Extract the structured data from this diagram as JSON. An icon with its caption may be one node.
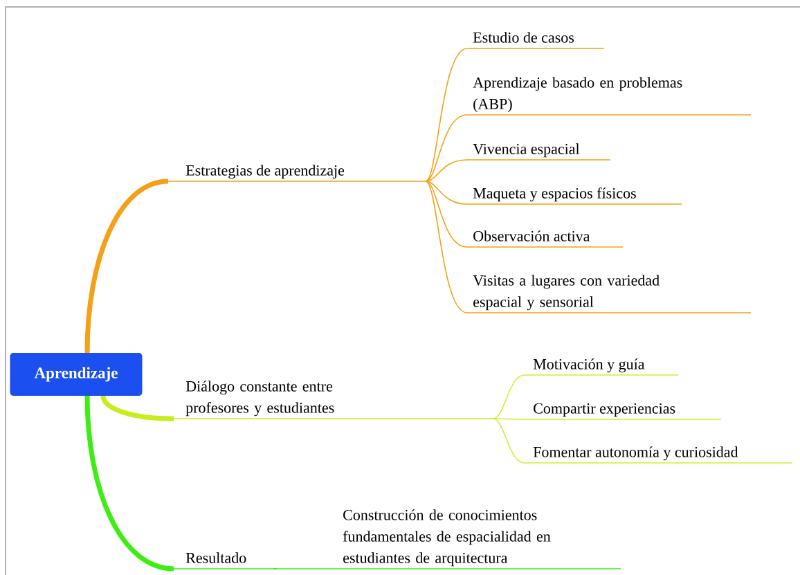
{
  "diagram": {
    "nodes": [
      {
        "text": [
          "Aprendizaje"
        ]
      },
      {
        "text": [
          "Estrategias de aprendizaje"
        ]
      },
      {
        "text": [
          "Estudio de casos"
        ]
      },
      {
        "text": [
          "Aprendizaje basado en problemas (ABP)"
        ]
      },
      {
        "text": [
          "Vivencia espacial"
        ]
      },
      {
        "text": [
          "Maqueta y espacios físicos"
        ]
      },
      {
        "text": [
          "Observación activa"
        ]
      },
      {
        "text": [
          "Visitas a lugares con variedad espacial y sensorial"
        ]
      },
      {
        "text": [
          "Diálogo constante entre profesores y estudiantes"
        ]
      },
      {
        "text": [
          "Motivación y guía"
        ]
      },
      {
        "text": [
          "Compartir  experiencias"
        ]
      },
      {
        "text": [
          "Fomentar autonomía y curiosidad"
        ]
      },
      {
        "text": [
          "Resultado"
        ]
      },
      {
        "text": [
          "Construcción de conocimientos fundamentales de espacialidad en estudiantes de arquitectura"
        ]
      }
    ],
    "edges": [
      {
        "from": 0,
        "to": 1,
        "arrow": "none",
        "style": "thick"
      },
      {
        "from": 1,
        "to": 2,
        "arrow": "none"
      },
      {
        "from": 1,
        "to": 3,
        "arrow": "none"
      },
      {
        "from": 1,
        "to": 4,
        "arrow": "none"
      },
      {
        "from": 1,
        "to": 5,
        "arrow": "none"
      },
      {
        "from": 1,
        "to": 6,
        "arrow": "none"
      },
      {
        "from": 1,
        "to": 7,
        "arrow": "none"
      },
      {
        "from": 0,
        "to": 8,
        "arrow": "none",
        "style": "thick",
        "color": "#c6ee1c"
      },
      {
        "from": 8,
        "to": 9,
        "arrow": "none",
        "color": "#d2ee3a"
      },
      {
        "from": 8,
        "to": 10,
        "arrow": "none",
        "color": "#d2ee3a"
      },
      {
        "from": 8,
        "to": 11,
        "arrow": "none",
        "color": "#d2ee3a"
      },
      {
        "from": 0,
        "to": 12,
        "arrow": "none",
        "style": "thick",
        "color": "#3cee14"
      },
      {
        "from": 12,
        "to": 13,
        "arrow": "none",
        "color": "#3cee14"
      }
    ]
  }
}
